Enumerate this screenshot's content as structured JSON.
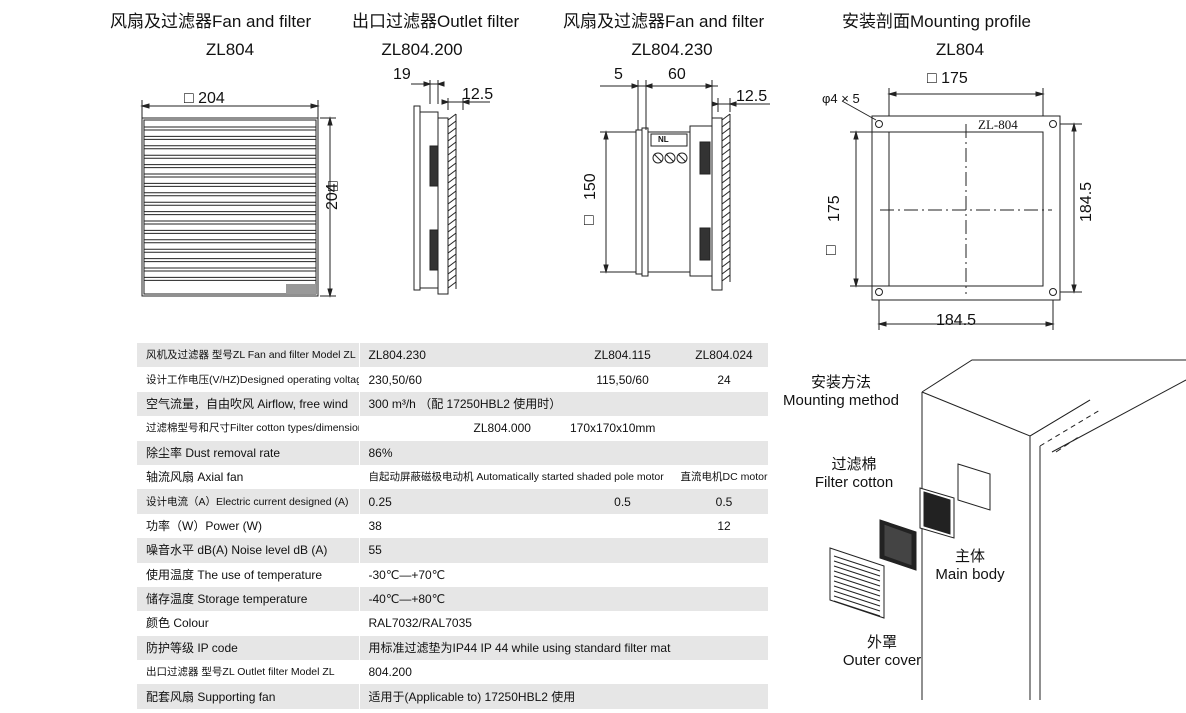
{
  "headings": [
    {
      "title": "风扇及过滤器Fan and filter",
      "model": "ZL804"
    },
    {
      "title": "出口过滤器Outlet filter",
      "model": "ZL804.200"
    },
    {
      "title": "风扇及过滤器Fan and filter",
      "model": "ZL804.230"
    },
    {
      "title": "安装剖面Mounting profile",
      "model": "ZL804"
    }
  ],
  "dimensions": {
    "fan_width": "□ 204",
    "fan_height": "204",
    "square_symbol": "□",
    "outlet_depth": "19",
    "outlet_grille": "12.5",
    "z230_left": "5",
    "z230_depth": "60",
    "z230_grille": "12.5",
    "z230_height": "150",
    "profile_top": "□ 175",
    "profile_holes": "φ4 × 5",
    "profile_plate": "ZL-804",
    "profile_left": "175",
    "profile_right": "184.5",
    "profile_bottom": "184.5",
    "terminal_label": "NL"
  },
  "spec_table": {
    "rows": [
      {
        "label": "风机及过滤器  型号ZL   Fan and filter  Model ZL",
        "cells": [
          "ZL804.230",
          "ZL804.115",
          "ZL804.024"
        ]
      },
      {
        "label": "设计工作电压(V/HZ)Designed operating voltage",
        "cells": [
          "230,50/60",
          "115,50/60",
          "24"
        ]
      },
      {
        "label": "空气流量，自由吹风 Airflow, free wind",
        "cells": [
          "300 m³/h    （配   17250HBL2  使用时）"
        ]
      },
      {
        "label": "过滤棉型号和尺寸Filter cotton types/dimensions",
        "cells": [
          "ZL804.000",
          "170x170x10mm"
        ]
      },
      {
        "label": "除尘率 Dust removal rate",
        "cells": [
          "86%"
        ]
      },
      {
        "label": "轴流风扇 Axial fan",
        "cells": [
          "自起动屏蔽磁极电动机  Automatically started shaded pole motor",
          "直流电机DC motor"
        ]
      },
      {
        "label": "设计电流（A）Electric current designed (A)",
        "cells": [
          "0.25",
          "0.5",
          "0.5"
        ]
      },
      {
        "label": "功率（W）Power (W)",
        "cells": [
          "38",
          "12"
        ]
      },
      {
        "label": "噪音水平 dB(A) Noise level dB (A)",
        "cells": [
          "55"
        ]
      },
      {
        "label": "使用温度 The use of temperature",
        "cells": [
          "-30℃—+70℃"
        ]
      },
      {
        "label": "储存温度 Storage temperature",
        "cells": [
          "-40℃—+80℃"
        ]
      },
      {
        "label": "颜色 Colour",
        "cells": [
          "RAL7032/RAL7035"
        ]
      },
      {
        "label": "防护等级 IP code",
        "cells": [
          "用标准过滤垫为IP44   IP 44 while using standard filter mat"
        ]
      },
      {
        "label": "出口过滤器  型号ZL    Outlet filter  Model ZL",
        "cells": [
          "804.200"
        ]
      },
      {
        "label": "配套风扇 Supporting fan",
        "cells": [
          "适用于(Applicable to)  17250HBL2  使用"
        ]
      }
    ]
  },
  "mounting": {
    "method": [
      "安装方法",
      "Mounting method"
    ],
    "filter_cotton": [
      "过滤棉",
      "Filter cotton"
    ],
    "main_body": [
      "主体",
      "Main body"
    ],
    "outer_cover": [
      "外罩",
      "Outer cover"
    ]
  }
}
